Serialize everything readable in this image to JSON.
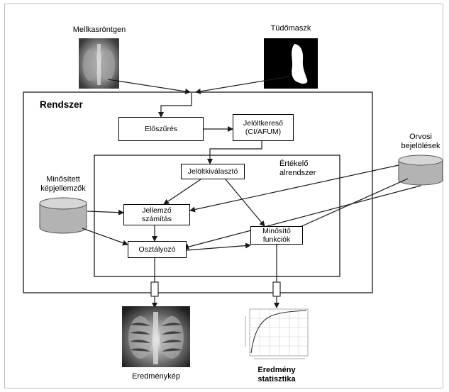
{
  "inputs": {
    "xray_label": "Mellkasröntgen",
    "mask_label": "Tüdőmaszk",
    "doctor_label_line1": "Orvosi",
    "doctor_label_line2": "bejelölések",
    "features_db_line1": "Minősített",
    "features_db_line2": "képjellemzők"
  },
  "system": {
    "title": "Rendszer",
    "prefilter": "Előszűrés",
    "candidate_finder_line1": "Jelöltkereső",
    "candidate_finder_line2": "(CI/AFUM)"
  },
  "subsystem": {
    "title_line1": "Értékelő",
    "title_line2": "alrendszer",
    "candidate_selector": "Jelöltkiválasztó",
    "feature_calc_line1": "Jellemző",
    "feature_calc_line2": "számítás",
    "classifier": "Osztályozó",
    "qualifier_line1": "Minősítő",
    "qualifier_line2": "funkciók"
  },
  "outputs": {
    "result_image_label": "Eredménykép",
    "result_stats_line1": "Eredmény",
    "result_stats_line2": "statisztika"
  },
  "colors": {
    "cylinder_side": "#b3b3b3",
    "cylinder_top": "#d6d6d6",
    "lines": "#1a1a1a"
  }
}
